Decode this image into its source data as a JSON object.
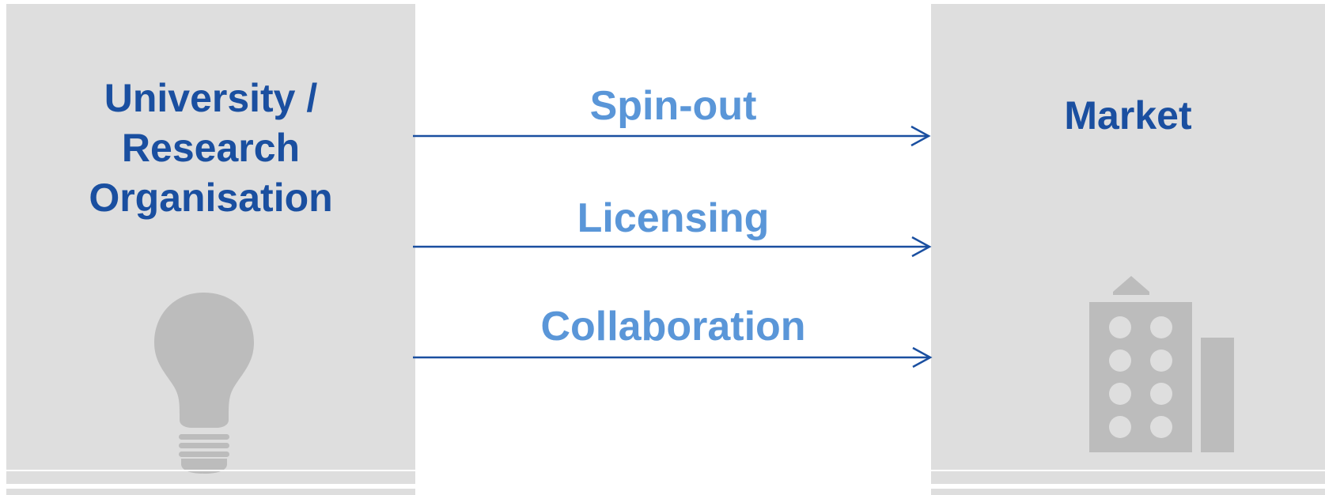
{
  "left_panel": {
    "title_lines": [
      "University /",
      "Research",
      "Organisation"
    ],
    "icon": "lightbulb-icon"
  },
  "right_panel": {
    "title": "Market",
    "icon": "office-building-icon"
  },
  "routes": [
    {
      "label": "Spin-out"
    },
    {
      "label": "Licensing"
    },
    {
      "label": "Collaboration"
    }
  ],
  "colors": {
    "title": "#1a4fa0",
    "route_label": "#5a96d8",
    "arrow": "#1a4fa0",
    "panel": "#dedede",
    "icon": "#bcbcbc"
  }
}
